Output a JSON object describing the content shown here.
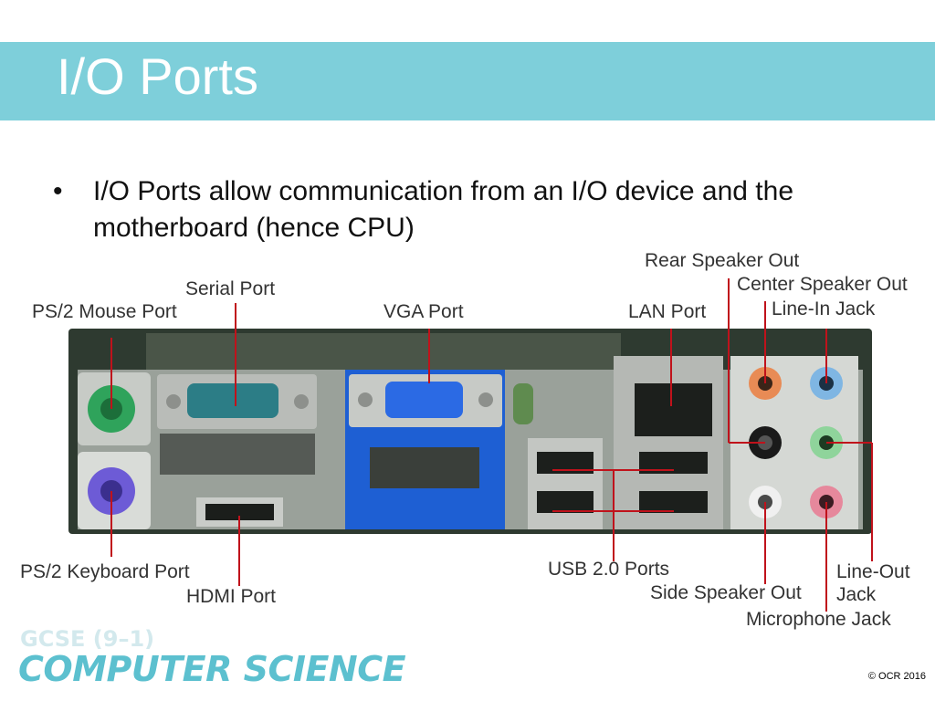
{
  "slide": {
    "title": "I/O Ports",
    "bullet_symbol": "•",
    "bullet_text": "I/O Ports allow communication from an I/O device and the motherboard (hence CPU)"
  },
  "figure": {
    "labels": {
      "ps2_mouse": "PS/2 Mouse Port",
      "serial": "Serial Port",
      "vga": "VGA Port",
      "lan": "LAN Port",
      "rear_speaker": "Rear Speaker Out",
      "center_speaker": "Center Speaker Out",
      "line_in": "Line-In Jack",
      "ps2_keyboard": "PS/2 Keyboard Port",
      "hdmi": "HDMI Port",
      "usb": "USB 2.0 Ports",
      "side_speaker": "Side Speaker Out",
      "line_out_1": "Line-Out",
      "line_out_2": "Jack",
      "microphone": "Microphone Jack"
    }
  },
  "footer": {
    "logo_top": "GCSE (9–1)",
    "logo_main": "COMPUTER SCIENCE",
    "copyright": "© OCR 2016"
  }
}
